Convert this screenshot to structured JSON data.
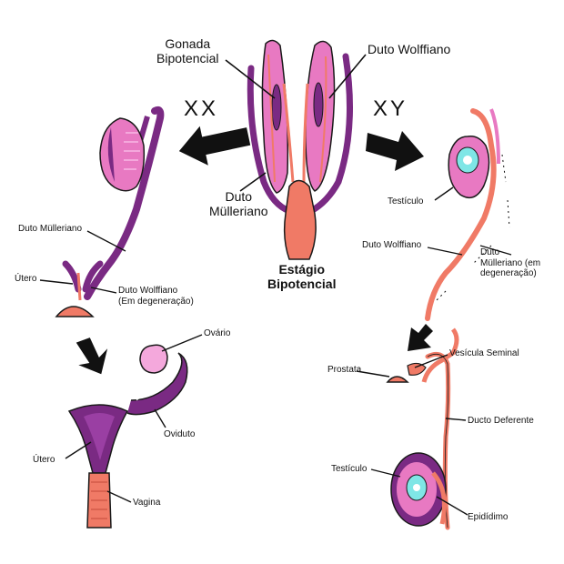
{
  "title": "",
  "bipotential": {
    "gonad_label": "Gonada\nBipotencial",
    "wolffian_label": "Duto Wolffiano",
    "mullerian_label": "Duto\nMülleriano",
    "stage_label": "Estágio\nBipotencial"
  },
  "female": {
    "sex_label": "XX",
    "mullerian_duct": "Duto Mülleriano",
    "uterus_1": "Útero",
    "wolffian_degen": "Duto Wolffiano\n(Em degeneração)",
    "ovary": "Ovário",
    "oviduct": "Oviduto",
    "uterus_2": "Útero",
    "vagina": "Vagina"
  },
  "male": {
    "sex_label": "XY",
    "testis_1": "Testículo",
    "wolffian_duct": "Duto Wolffiano",
    "mullerian_degen": "Duto\nMülleriano (em\ndegeneração)",
    "prostate": "Prostata",
    "seminal_vesicle": "Vesícula Seminal",
    "vas_deferens": "Ducto Deferente",
    "testis_2": "Testículo",
    "epididymis": "Epidídimo"
  },
  "colors": {
    "pink": "#e879c2",
    "pink_light": "#f4a8dc",
    "purple": "#7a2a83",
    "salmon": "#f07a66",
    "cyan": "#7fe6e6",
    "outline": "#1a1a1a"
  }
}
